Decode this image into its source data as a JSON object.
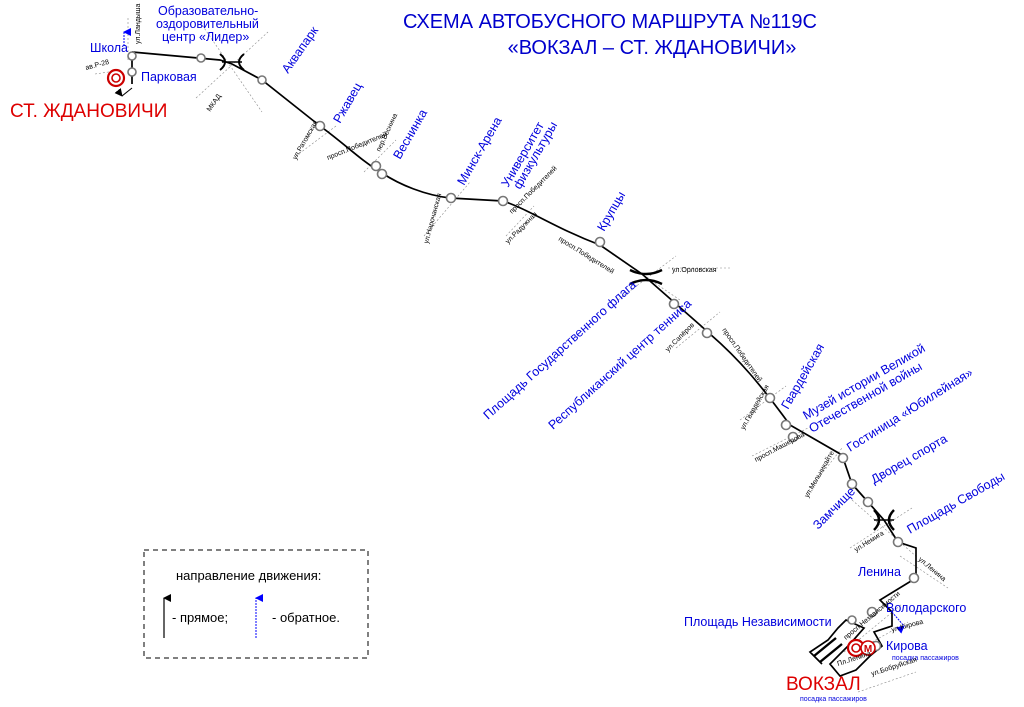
{
  "title": {
    "line1": "СХЕМА АВТОБУСНОГО МАРШРУТА №119С",
    "line2": "«ВОКЗАЛ – СТ. ЖДАНОВИЧИ»"
  },
  "terminals": {
    "zhdanovichi": "СТ. ЖДАНОВИЧИ",
    "vokzal": "ВОКЗАЛ",
    "vokzal_note": "посадка пассажиров"
  },
  "stops": [
    "Школа",
    "Образовательно-",
    "оздоровительный",
    "центр «Лидер»",
    "Парковая",
    "Аквапарк",
    "Ржавец",
    "Веснинка",
    "Минск-Арена",
    "Университет",
    "физкультуры",
    "Крупцы",
    "Площадь Государственного флага",
    "Республиканский центр тенниса",
    "Гвардейская",
    "Музей истории Великой",
    "Отечественной войны",
    "Гостиница «Юбилейная»",
    "Дворец спорта",
    "Замчище",
    "Площадь Свободы",
    "Ленина",
    "Володарского",
    "Площадь Независимости",
    "Кирова"
  ],
  "streets": [
    "ул.Ландыша",
    "ав.Р-28",
    "МКАД",
    "ул.Ратомская",
    "просп.Победителей",
    "пер.Веснина",
    "ул.Нарочанская",
    "просп.Победителей",
    "ул.Радужная",
    "просп.Победителей",
    "ул.Орловская",
    "ул.Сапёров",
    "просп.Победителей",
    "ул.Гвардейская",
    "просп.Машерова",
    "ул.Мельникайте",
    "ул.Немига",
    "ул.Ленина",
    "просп.Независимости",
    "ул.Кирова",
    "Пл.Ленина",
    "ул.Бобруйская"
  ],
  "kirova_note": "посадка пассажиров",
  "metro_symbol": "М",
  "legend": {
    "heading": "направление движения:",
    "direct": "- прямое;",
    "reverse": "- обратное."
  },
  "colors": {
    "title": "#0000cc",
    "stop_label": "#0000dd",
    "terminal": "#dd0000",
    "route": "#000000",
    "reverse_arrow": "#0000ff"
  }
}
